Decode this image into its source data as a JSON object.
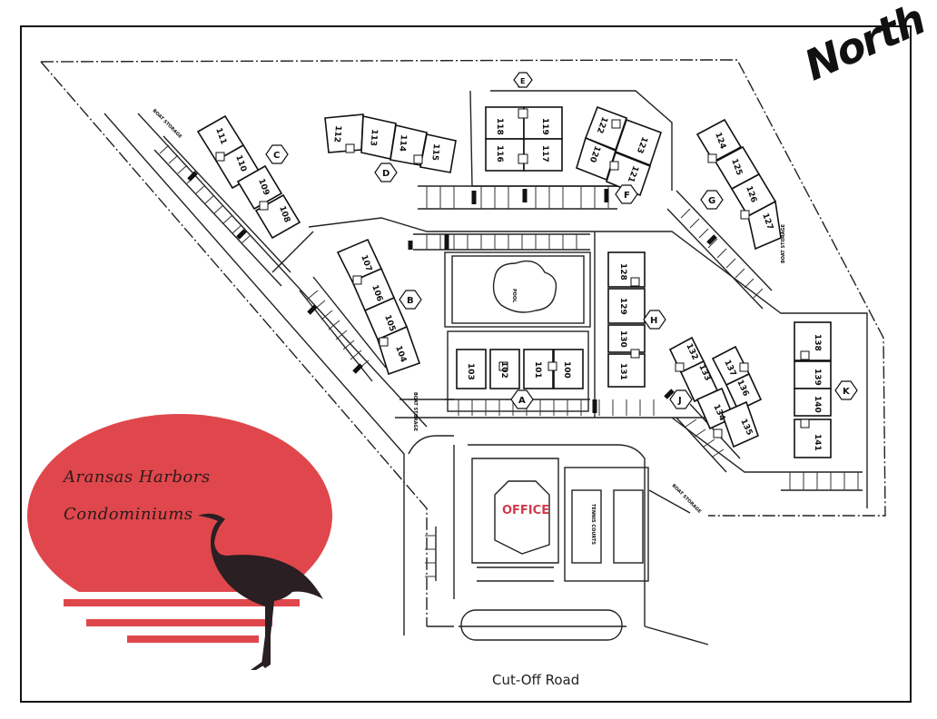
{
  "compass": {
    "label": "North"
  },
  "logo": {
    "line1": "Aransas Harbors",
    "line2": "Condominiums",
    "sun_color": "#e0474c",
    "bird_icon": "heron-silhouette"
  },
  "road": {
    "label": "Cut-Off Road"
  },
  "office": {
    "label": "OFFICE",
    "label_color": "#d23a4a"
  },
  "amenities": {
    "pool": "POOL",
    "tennis": "TENNIS COURTS",
    "boat_storage": "BOAT STORAGE"
  },
  "buildings": [
    {
      "letter": "A",
      "units": [
        "100",
        "101",
        "102",
        "103"
      ]
    },
    {
      "letter": "B",
      "units": [
        "104",
        "105",
        "106",
        "107"
      ]
    },
    {
      "letter": "C",
      "units": [
        "108",
        "109",
        "110",
        "111"
      ]
    },
    {
      "letter": "D",
      "units": [
        "112",
        "113",
        "114",
        "115"
      ]
    },
    {
      "letter": "E",
      "units": [
        "116",
        "117",
        "118",
        "119"
      ]
    },
    {
      "letter": "F",
      "units": [
        "120",
        "121",
        "122",
        "123"
      ]
    },
    {
      "letter": "G",
      "units": [
        "124",
        "125",
        "126",
        "127"
      ]
    },
    {
      "letter": "H",
      "units": [
        "128",
        "129",
        "130",
        "131"
      ]
    },
    {
      "letter": "J",
      "units": [
        "132",
        "133",
        "134",
        "135",
        "136",
        "137"
      ]
    },
    {
      "letter": "K",
      "units": [
        "138",
        "139",
        "140",
        "141"
      ]
    }
  ]
}
